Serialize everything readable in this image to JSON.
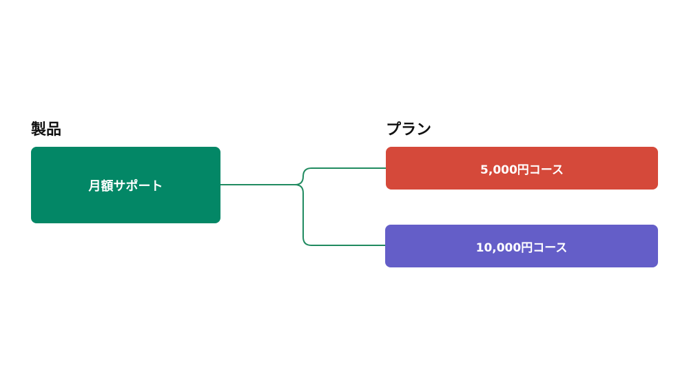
{
  "labels": {
    "product": "製品",
    "plan": "プラン"
  },
  "product": {
    "name": "月額サポート",
    "color": "#038766"
  },
  "plans": [
    {
      "name": "5,000円コース",
      "color": "#D5493A"
    },
    {
      "name": "10,000円コース",
      "color": "#645EC8"
    }
  ],
  "connector_color": "#1F8A5F"
}
